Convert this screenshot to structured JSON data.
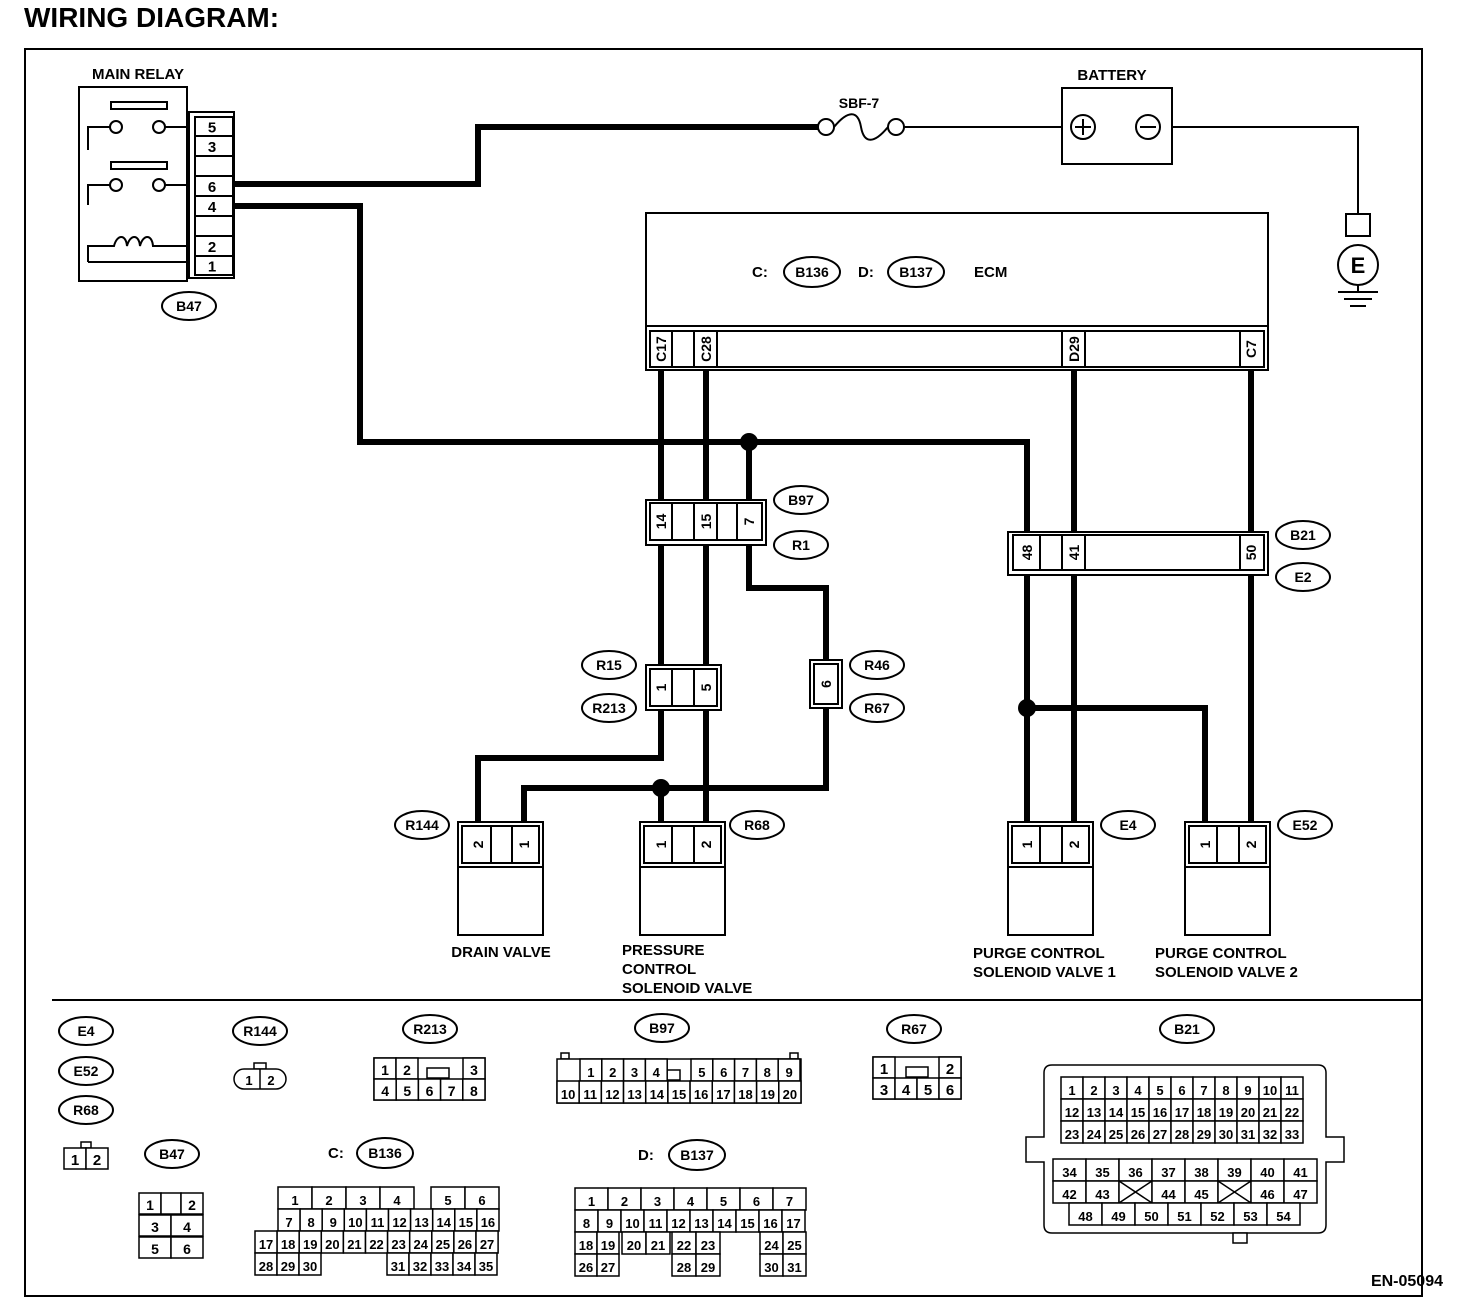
{
  "title": "WIRING DIAGRAM:",
  "doc_id": "EN-05094",
  "components": {
    "main_relay": "MAIN RELAY",
    "fuse": "SBF-7",
    "battery": "BATTERY",
    "ground": "E",
    "ecm": "ECM",
    "ecm_c_prefix": "C:",
    "ecm_d_prefix": "D:",
    "drain_valve": "DRAIN VALVE",
    "pcsv": [
      "PRESSURE",
      "CONTROL",
      "SOLENOID VALVE"
    ],
    "purge1": [
      "PURGE CONTROL",
      "SOLENOID VALVE 1"
    ],
    "purge2": [
      "PURGE CONTROL",
      "SOLENOID VALVE 2"
    ]
  },
  "connectors": {
    "b47": "B47",
    "b136": "B136",
    "b137": "B137",
    "b97": "B97",
    "r1": "R1",
    "b21": "B21",
    "e2": "E2",
    "r15": "R15",
    "r213": "R213",
    "r46": "R46",
    "r67": "R67",
    "r144": "R144",
    "r68": "R68",
    "e4": "E4",
    "e52": "E52"
  },
  "relay_pins": [
    "5",
    "3",
    "",
    "6",
    "4",
    "",
    "2",
    "1"
  ],
  "ecm_pins": [
    "C17",
    "C28",
    "D29",
    "C7"
  ],
  "b97_pins": [
    "14",
    "15",
    "7"
  ],
  "b21_pins": [
    "48",
    "41",
    "50"
  ],
  "r15_pins": [
    "1",
    "5"
  ],
  "r46_pins": [
    "6"
  ],
  "valve_pins": {
    "drain": [
      "2",
      "1"
    ],
    "pcsv": [
      "1",
      "2"
    ],
    "purge1": [
      "1",
      "2"
    ],
    "purge2": [
      "1",
      "2"
    ]
  },
  "legend": {
    "e4": "E4",
    "e52": "E52",
    "r68": "R68",
    "two_pin": [
      "1",
      "2"
    ],
    "r144": "R144",
    "r144_pins": [
      "1",
      "2"
    ],
    "b47": "B47",
    "b47_rows": [
      [
        "1",
        "",
        "2"
      ],
      [
        "3",
        "4"
      ],
      [
        "5",
        "6"
      ]
    ],
    "r213": "R213",
    "r213_rows": [
      [
        "1",
        "2",
        "",
        "3"
      ],
      [
        "4",
        "5",
        "6",
        "7",
        "8"
      ]
    ],
    "b97": "B97",
    "b97_rows": [
      [
        "1",
        "2",
        "3",
        "4",
        "",
        "5",
        "6",
        "7",
        "8",
        "9"
      ],
      [
        "10",
        "11",
        "12",
        "13",
        "14",
        "15",
        "16",
        "17",
        "18",
        "19",
        "20"
      ]
    ],
    "r67": "R67",
    "r67_rows": [
      [
        "1",
        "",
        "2"
      ],
      [
        "3",
        "4",
        "5",
        "6"
      ]
    ],
    "b21": "B21",
    "b21_rows": [
      [
        "1",
        "2",
        "3",
        "4",
        "5",
        "6",
        "7",
        "8",
        "9",
        "10",
        "11"
      ],
      [
        "12",
        "13",
        "14",
        "15",
        "16",
        "17",
        "18",
        "19",
        "20",
        "21",
        "22"
      ],
      [
        "23",
        "24",
        "25",
        "26",
        "27",
        "28",
        "29",
        "30",
        "31",
        "32",
        "33"
      ],
      [
        "34",
        "35",
        "36",
        "37",
        "38",
        "39",
        "40",
        "41"
      ],
      [
        "42",
        "43",
        "",
        "44",
        "45",
        "",
        "46",
        "47"
      ],
      [
        "48",
        "49",
        "50",
        "51",
        "52",
        "53",
        "54"
      ]
    ],
    "c_prefix": "C:",
    "b136": "B136",
    "b136_rows": [
      [
        "1",
        "2",
        "3",
        "4",
        "5",
        "6"
      ],
      [
        "7",
        "8",
        "9",
        "10",
        "11",
        "12",
        "13",
        "14",
        "15",
        "16"
      ],
      [
        "17",
        "18",
        "19",
        "20",
        "21",
        "22",
        "23",
        "24",
        "25",
        "26",
        "27"
      ],
      [
        "28",
        "29",
        "30",
        "31",
        "32",
        "33",
        "34",
        "35"
      ]
    ],
    "d_prefix": "D:",
    "b137": "B137",
    "b137_rows": [
      [
        "1",
        "2",
        "3",
        "4",
        "5",
        "6",
        "7"
      ],
      [
        "8",
        "9",
        "10",
        "11",
        "12",
        "13",
        "14",
        "15",
        "16",
        "17"
      ],
      [
        "18",
        "19",
        "20",
        "21",
        "22",
        "23",
        "24",
        "25"
      ],
      [
        "26",
        "27",
        "28",
        "29",
        "30",
        "31"
      ]
    ]
  }
}
